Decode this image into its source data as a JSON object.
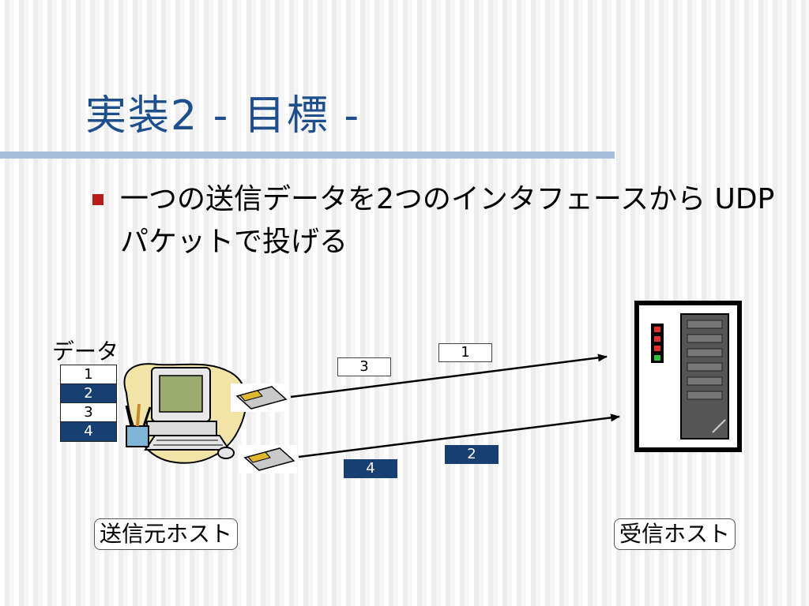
{
  "slide": {
    "title": "実装2 - 目標 -",
    "bullet": "一つの送信データを2つのインタフェースから UDP パケットで投げる"
  },
  "diagram": {
    "data_label": "データ",
    "data_cells": [
      "1",
      "2",
      "3",
      "4"
    ],
    "packets": {
      "p1": "1",
      "p2": "2",
      "p3": "3",
      "p4": "4"
    },
    "sender_label": "送信元ホスト",
    "receiver_label": "受信ホスト"
  },
  "colors": {
    "title": "#1f4e8c",
    "rule": "#a8bedb",
    "bullet": "#b81b1b",
    "packet_dark": "#173f72"
  },
  "icons": [
    "computer-icon",
    "network-card-icon",
    "server-icon"
  ]
}
